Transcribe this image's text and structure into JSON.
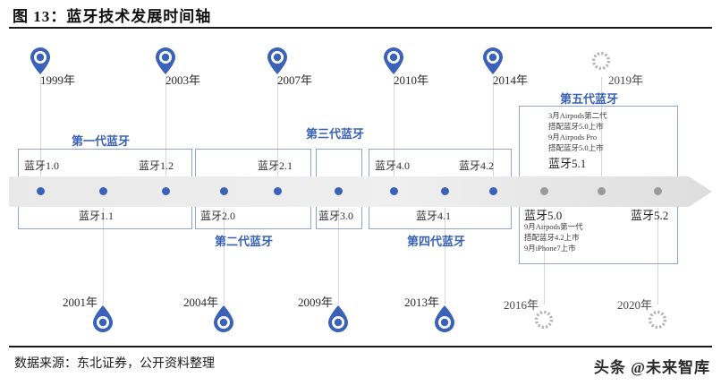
{
  "figure": {
    "title": "图 13：蓝牙技术发展时间轴",
    "source": "数据来源：东北证券，公开资料整理",
    "watermark": "头条 @未来智库"
  },
  "colors": {
    "accent_blue": "#3a62b8",
    "box_border": "#8ea4d2",
    "band_gray": "#ebebeb",
    "marker_gray": "#9b9b9b"
  },
  "timeline": {
    "top_markers": [
      {
        "year": "1999年",
        "style": "pin-down"
      },
      {
        "year": "2003年",
        "style": "pin-down"
      },
      {
        "year": "2007年",
        "style": "pin-down"
      },
      {
        "year": "2010年",
        "style": "pin-down"
      },
      {
        "year": "2014年",
        "style": "pin-down"
      },
      {
        "year": "2019年",
        "style": "gear"
      }
    ],
    "bottom_markers": [
      {
        "year": "2001年",
        "style": "pin-up"
      },
      {
        "year": "2004年",
        "style": "pin-up"
      },
      {
        "year": "2009年",
        "style": "pin-up"
      },
      {
        "year": "2013年",
        "style": "pin-up"
      },
      {
        "year": "2016年",
        "style": "gear"
      },
      {
        "year": "2020年",
        "style": "gear"
      }
    ],
    "dots": [
      {
        "color": "blue"
      },
      {
        "color": "blue"
      },
      {
        "color": "blue"
      },
      {
        "color": "blue"
      },
      {
        "color": "blue"
      },
      {
        "color": "blue"
      },
      {
        "color": "blue"
      },
      {
        "color": "blue"
      },
      {
        "color": "blue"
      },
      {
        "color": "gray"
      },
      {
        "color": "gray"
      },
      {
        "color": "gray"
      }
    ]
  },
  "generations": [
    {
      "label": "第一代蓝牙",
      "label_position": "above",
      "versions_above": [
        "蓝牙1.0",
        "蓝牙1.2"
      ],
      "versions_below": [
        "蓝牙1.1"
      ]
    },
    {
      "label": "第二代蓝牙",
      "label_position": "below",
      "versions_above": [
        "蓝牙2.1"
      ],
      "versions_below": [
        "蓝牙2.0"
      ]
    },
    {
      "label": "第三代蓝牙",
      "label_position": "above",
      "versions_above": [],
      "versions_below": [
        "蓝牙3.0"
      ]
    },
    {
      "label": "第四代蓝牙",
      "label_position": "below",
      "versions_above": [
        "蓝牙4.0",
        "蓝牙4.2"
      ],
      "versions_below": [
        "蓝牙4.1"
      ]
    },
    {
      "label": "第五代蓝牙",
      "label_position": "above",
      "versions_above": [
        "蓝牙5.1"
      ],
      "versions_below": [
        "蓝牙5.0",
        "蓝牙5.2"
      ]
    }
  ],
  "gen5_notes": {
    "above_lines": [
      "3月Airpods第二代",
      "搭配蓝牙5.0上市",
      "9月Airpods Pro",
      "搭配蓝牙5.0上市"
    ],
    "above_version": "蓝牙5.1",
    "below_version_left": "蓝牙5.0",
    "below_version_right": "蓝牙5.2",
    "below_lines": [
      "9月Airpods第一代",
      "搭配蓝牙4.2上市",
      "9月iPhone7上市"
    ]
  }
}
